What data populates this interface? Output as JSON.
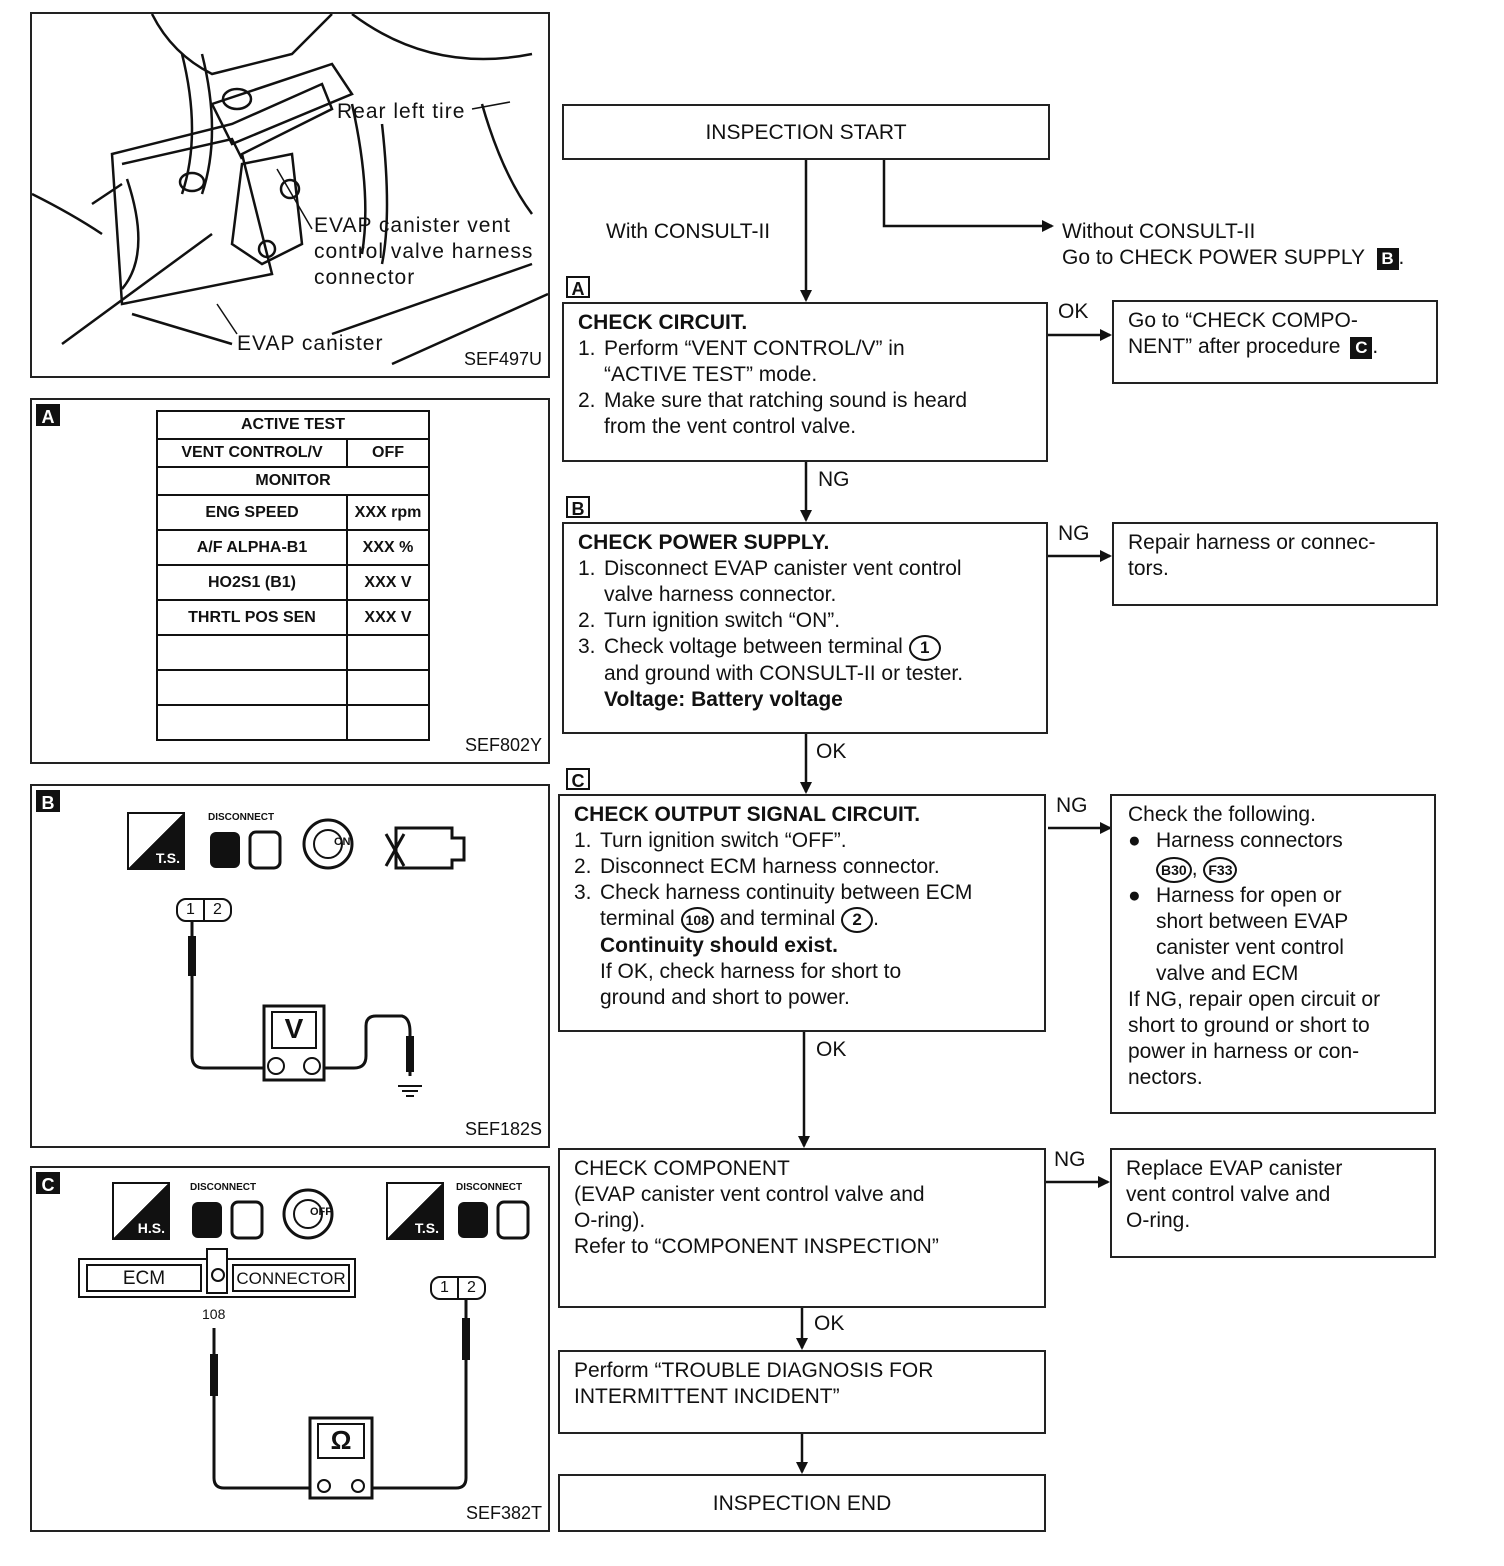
{
  "photo_panel": {
    "labels": {
      "rear_left_tire": "Rear left tire",
      "vent_valve_connector": [
        "EVAP canister vent",
        "control valve harness",
        "connector"
      ],
      "evap_canister": "EVAP canister"
    },
    "code": "SEF497U"
  },
  "panel_a": {
    "tag": "A",
    "table": {
      "title": "ACTIVE TEST",
      "item": "VENT CONTROL/V",
      "item_value": "OFF",
      "monitor": "MONITOR",
      "rows": [
        {
          "name": "ENG SPEED",
          "value": "XXX rpm"
        },
        {
          "name": "A/F ALPHA-B1",
          "value": "XXX %"
        },
        {
          "name": "HO2S1 (B1)",
          "value": "XXX V"
        },
        {
          "name": "THRTL POS SEN",
          "value": "XXX V"
        }
      ]
    },
    "code": "SEF802Y"
  },
  "panel_b": {
    "tag": "B",
    "icons": {
      "ts": "T.S.",
      "disconnect": "DISCONNECT",
      "on": "ON"
    },
    "connector": [
      "1",
      "2"
    ],
    "meter": "V",
    "code": "SEF182S"
  },
  "panel_c": {
    "tag": "C",
    "icons": {
      "hs": "H.S.",
      "disconnect": "DISCONNECT",
      "off": "OFF",
      "ts": "T.S."
    },
    "ecm": "ECM",
    "connector_label": "CONNECTOR",
    "terminal": "108",
    "connector": [
      "1",
      "2"
    ],
    "meter": "Ω",
    "code": "SEF382T"
  },
  "flow": {
    "start": "INSPECTION START",
    "with_consult": "With CONSULT-II",
    "without_consult": [
      "Without CONSULT-II",
      "Go to CHECK POWER SUPPLY"
    ],
    "without_tag": "B",
    "check_circuit": {
      "tag": "A",
      "title": "CHECK CIRCUIT.",
      "steps": [
        {
          "n": "1.",
          "lines": [
            "Perform “VENT CONTROL/V” in",
            "“ACTIVE TEST” mode."
          ]
        },
        {
          "n": "2.",
          "lines": [
            "Make sure that ratching sound is heard",
            "from the vent control valve."
          ]
        }
      ]
    },
    "ok_1": "OK",
    "goto_component": [
      "Go to “CHECK COMPO-",
      "NENT” after procedure"
    ],
    "goto_tag": "C",
    "ng_1": "NG",
    "check_power": {
      "tag": "B",
      "title": "CHECK POWER SUPPLY.",
      "steps": [
        {
          "n": "1.",
          "lines": [
            "Disconnect EVAP canister vent control",
            "valve harness connector."
          ]
        },
        {
          "n": "2.",
          "lines": [
            "Turn ignition switch “ON”."
          ]
        },
        {
          "n": "3.",
          "lines": [
            "Check voltage between terminal",
            "and ground with CONSULT-II or tester."
          ]
        }
      ],
      "terminal": "1",
      "spec": "Voltage: Battery voltage"
    },
    "ng_2": "NG",
    "repair_harness": [
      "Repair harness or connec-",
      "tors."
    ],
    "ok_2": "OK",
    "check_output": {
      "tag": "C",
      "title": "CHECK OUTPUT SIGNAL CIRCUIT.",
      "steps": [
        {
          "n": "1.",
          "lines": [
            "Turn ignition switch “OFF”."
          ]
        },
        {
          "n": "2.",
          "lines": [
            "Disconnect ECM harness connector."
          ]
        },
        {
          "n": "3.",
          "lines": [
            "Check harness continuity between ECM"
          ]
        }
      ],
      "terminal_line_a": "terminal",
      "terminal_ecm": "108",
      "terminal_line_b": "and terminal",
      "terminal_2": "2",
      "spec": "Continuity should exist.",
      "note": [
        "If OK, check harness for short to",
        "ground and short to power."
      ]
    },
    "ng_3": "NG",
    "check_following": {
      "title": "Check the following.",
      "b1": "Harness connectors",
      "b1_conn": [
        "B30",
        "F33"
      ],
      "b2": [
        "Harness for open or",
        "short between EVAP",
        "canister vent control",
        "valve and ECM"
      ],
      "tail": [
        "If NG, repair open circuit or",
        "short to ground or short to",
        "power in harness or con-",
        "nectors."
      ]
    },
    "ok_3": "OK",
    "check_component": [
      "CHECK COMPONENT",
      "(EVAP canister vent control valve and",
      "O-ring).",
      "Refer to “COMPONENT INSPECTION”"
    ],
    "ng_4": "NG",
    "replace": [
      "Replace EVAP canister",
      "vent control valve and",
      "O-ring."
    ],
    "ok_4": "OK",
    "perform": [
      "Perform “TROUBLE DIAGNOSIS FOR",
      "INTERMITTENT INCIDENT”"
    ],
    "end": "INSPECTION END"
  }
}
